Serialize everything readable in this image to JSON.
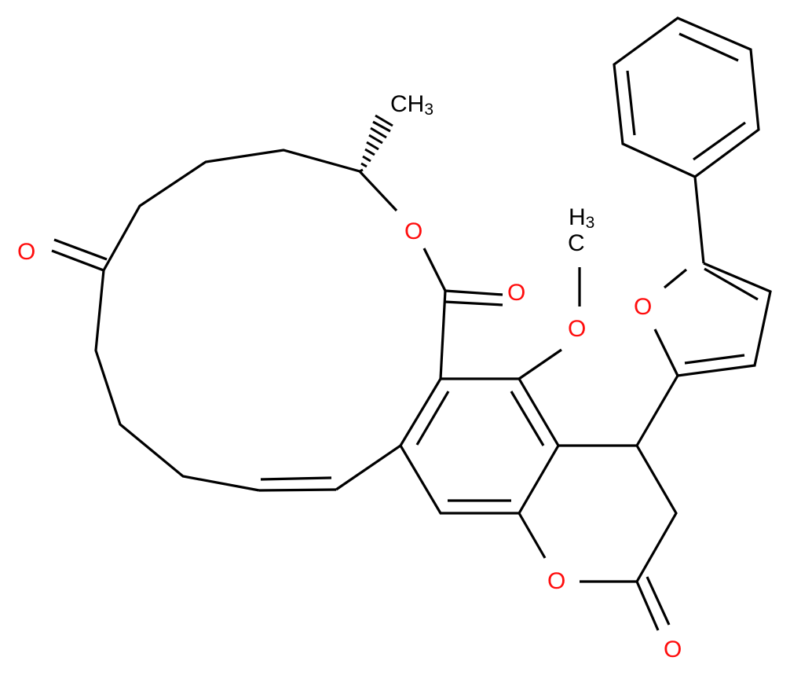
{
  "diagram": {
    "type": "chemical-structure",
    "colors": {
      "bond": "#000000",
      "oxygen": "#ff0d0d",
      "carbon_label": "#000000",
      "background": "#ffffff"
    },
    "atoms": {
      "o_ketone": "O",
      "o_ring_ester": "O",
      "o_lactone_carbonyl": "O",
      "o_methoxy": "O",
      "o_furan": "O",
      "o_lactone_ring": "O",
      "o_lactone2_carbonyl": "O",
      "ch3_top": {
        "main": "CH",
        "sub": "3"
      },
      "ch3_methoxy": {
        "top": "H",
        "sub": "3",
        "bottom": "C"
      }
    }
  }
}
